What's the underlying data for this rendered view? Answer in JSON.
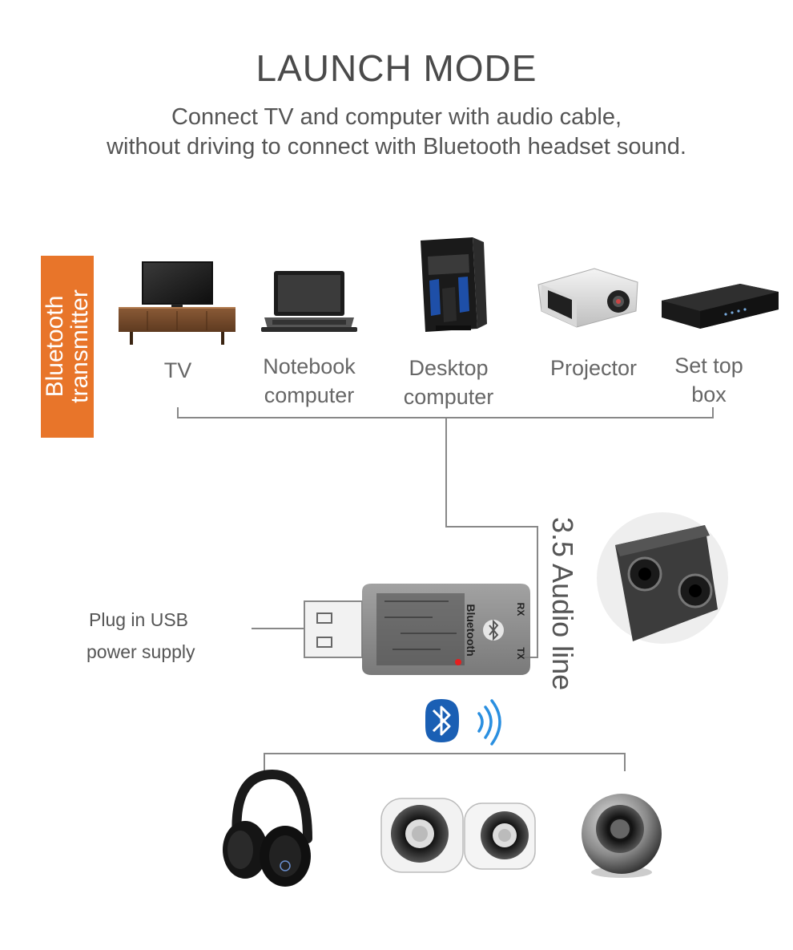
{
  "title": "LAUNCH MODE",
  "subtitle_line1": "Connect TV and computer with audio cable,",
  "subtitle_line2": "without driving to connect with Bluetooth headset sound.",
  "badge": "Bluetooth transmitter",
  "devices": [
    {
      "label_line1": "TV",
      "label_line2": "",
      "icon": "tv-icon"
    },
    {
      "label_line1": "Notebook",
      "label_line2": "computer",
      "icon": "laptop-icon"
    },
    {
      "label_line1": "Desktop",
      "label_line2": "computer",
      "icon": "desktop-tower-icon"
    },
    {
      "label_line1": "Projector",
      "label_line2": "",
      "icon": "projector-icon"
    },
    {
      "label_line1": "Set top",
      "label_line2": "box",
      "icon": "set-top-box-icon"
    }
  ],
  "cable_label": "3.5 Audio line",
  "usb_label_line1": "Plug in USB",
  "usb_label_line2": "power supply",
  "adapter": {
    "brand": "Bluetooth",
    "rx": "RX",
    "tx": "TX"
  },
  "outputs": [
    {
      "icon": "headphones-icon"
    },
    {
      "icon": "stereo-speakers-icon"
    },
    {
      "icon": "sphere-speaker-icon"
    }
  ],
  "colors": {
    "accent": "#e8752a",
    "bluetooth": "#1a5fb4",
    "signal": "#2a8fe0",
    "line": "#888888"
  }
}
